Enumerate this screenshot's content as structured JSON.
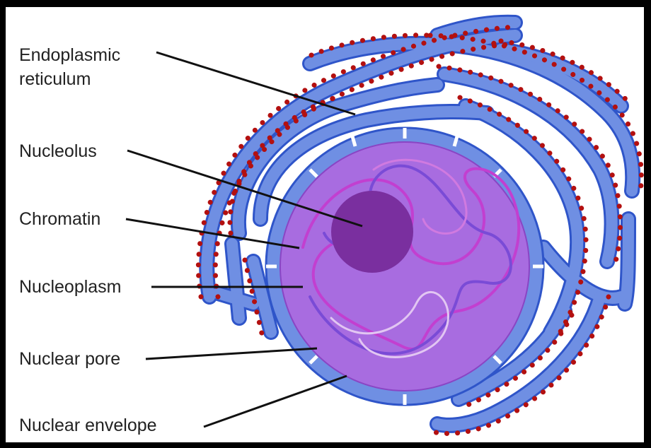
{
  "labels": {
    "endoplasmic_reticulum": [
      "Endoplasmic",
      "reticulum"
    ],
    "nucleolus": "Nucleolus",
    "chromatin": "Chromatin",
    "nucleoplasm": "Nucleoplasm",
    "nuclear_pore": "Nuclear pore",
    "nuclear_envelope": "Nuclear envelope"
  },
  "colors": {
    "er": "#6f8fe3",
    "er_stroke": "#2f55c9",
    "ribosome": "#b31010",
    "envelope": "#6f8fe3",
    "nucleoplasm": "#a86ce0",
    "nucleolus": "#7a2f9f",
    "chromatin_magenta": "#c23fd0",
    "chromatin_purple": "#7a4bd6",
    "chromatin_light": "#e2c6f2",
    "leader": "#111111"
  }
}
